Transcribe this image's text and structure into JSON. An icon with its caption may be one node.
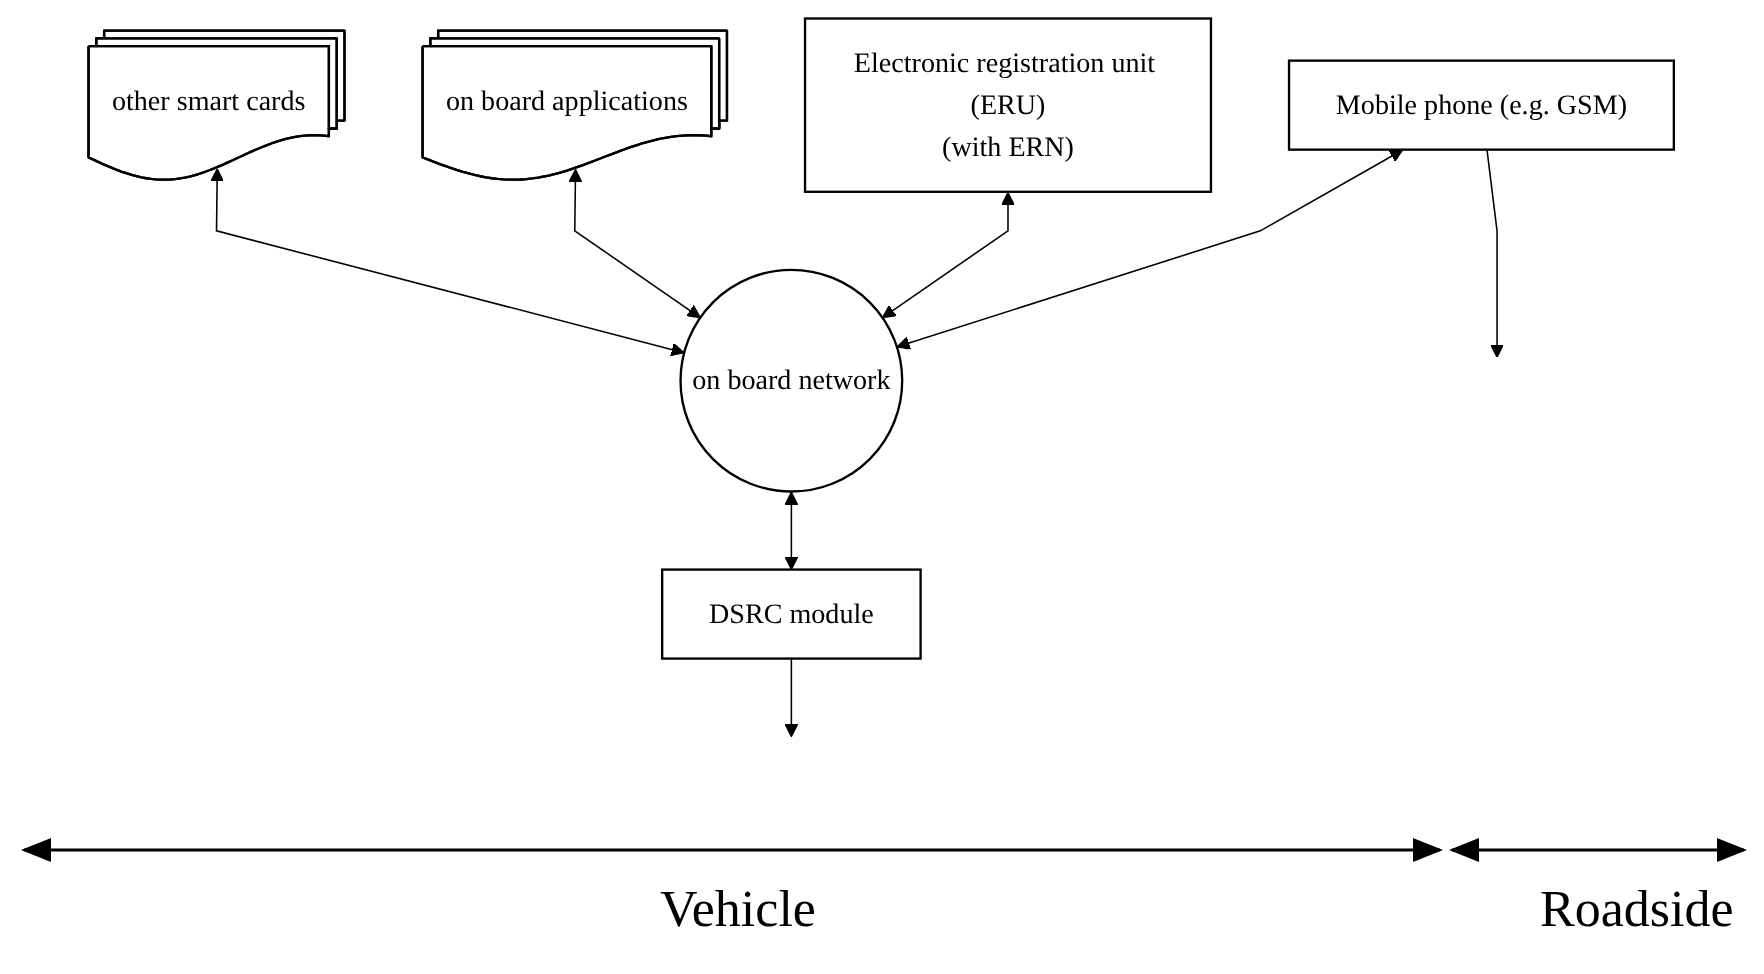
{
  "diagram": {
    "nodes": [
      {
        "text": [
          "other smart cards"
        ]
      },
      {
        "text": [
          "on board applications"
        ]
      },
      {
        "text": [
          "Mobile phone (e.g. GSM)"
        ]
      },
      {
        "text": [
          "Electronic registration unit (ERU)",
          "(with ERN)"
        ]
      },
      {
        "text": [
          "on board network"
        ]
      },
      {
        "text": [
          "DSRC module"
        ]
      }
    ],
    "edges": [
      {
        "from": 0,
        "to": 4,
        "arrow": "both"
      },
      {
        "from": 1,
        "to": 4,
        "arrow": "both"
      },
      {
        "from": 2,
        "to": 4,
        "arrow": "both"
      },
      {
        "from": 3,
        "to": 4,
        "arrow": "both"
      },
      {
        "from": 4,
        "to": 5,
        "arrow": "both"
      },
      {
        "from": 2,
        "to": null,
        "arrow": "to"
      },
      {
        "from": 5,
        "to": null,
        "arrow": "to"
      }
    ],
    "labels": [
      "Vehicle",
      "Roadside"
    ]
  }
}
